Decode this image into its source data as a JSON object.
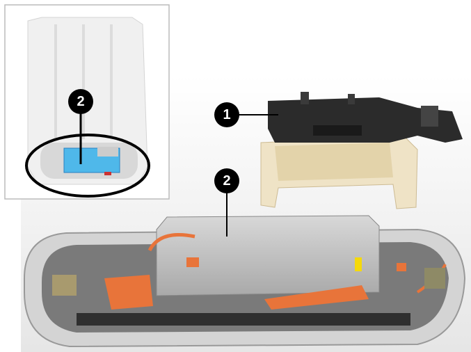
{
  "callouts": {
    "inset_label": "2",
    "top_module_label": "1",
    "main_pack_label": "2"
  },
  "colors": {
    "callout": "#000000",
    "orange": "#e8743a",
    "blue_region": "#4fb8ea",
    "tan_bracket": "#efe3c6",
    "dark_module": "#2b2b2b"
  }
}
